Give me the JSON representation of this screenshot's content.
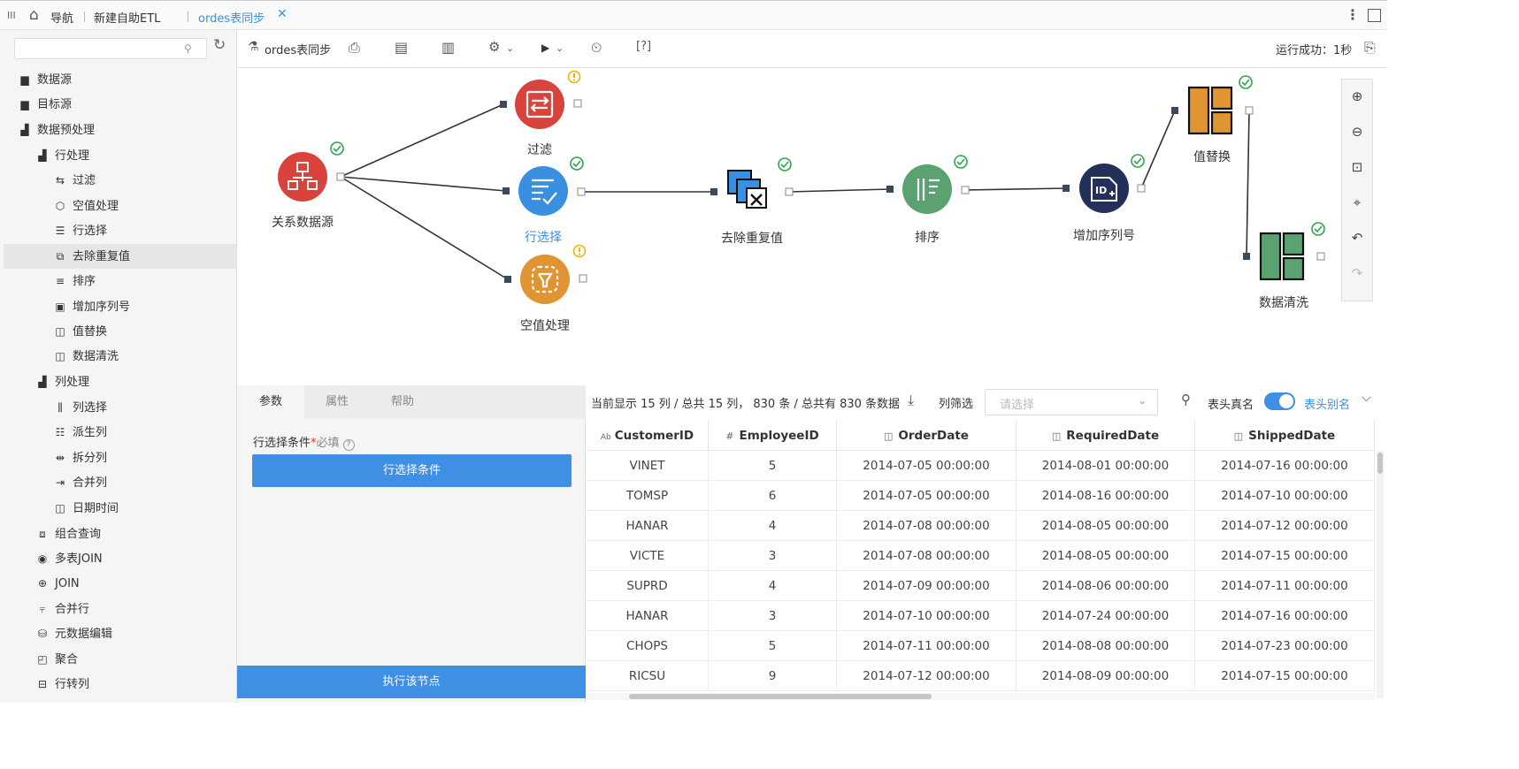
{
  "topbar": {
    "nav_label": "导航",
    "tab1_label": "新建自助ETL",
    "tab2_label": "ordes表同步"
  },
  "sidebar": {
    "search_placeholder": "",
    "items": [
      {
        "label": "数据源",
        "icon": "folder-icon"
      },
      {
        "label": "目标源",
        "icon": "folder-icon"
      },
      {
        "label": "数据预处理",
        "icon": "folder-open-icon"
      },
      {
        "label": "行处理",
        "icon": "folder-open-icon"
      },
      {
        "label": "过滤",
        "icon": "filter-icon"
      },
      {
        "label": "空值处理",
        "icon": "null-icon"
      },
      {
        "label": "行选择",
        "icon": "row-select-icon"
      },
      {
        "label": "去除重复值",
        "icon": "dedupe-icon"
      },
      {
        "label": "排序",
        "icon": "sort-icon"
      },
      {
        "label": "增加序列号",
        "icon": "id-icon"
      },
      {
        "label": "值替换",
        "icon": "replace-icon"
      },
      {
        "label": "数据清洗",
        "icon": "clean-icon"
      },
      {
        "label": "列处理",
        "icon": "folder-open-icon"
      },
      {
        "label": "列选择",
        "icon": "col-select-icon"
      },
      {
        "label": "派生列",
        "icon": "derive-icon"
      },
      {
        "label": "拆分列",
        "icon": "split-icon"
      },
      {
        "label": "合并列",
        "icon": "merge-col-icon"
      },
      {
        "label": "日期时间",
        "icon": "datetime-icon"
      },
      {
        "label": "组合查询",
        "icon": "combo-icon"
      },
      {
        "label": "多表JOIN",
        "icon": "join-multi-icon"
      },
      {
        "label": "JOIN",
        "icon": "join-icon"
      },
      {
        "label": "合并行",
        "icon": "merge-row-icon"
      },
      {
        "label": "元数据编辑",
        "icon": "meta-icon"
      },
      {
        "label": "聚合",
        "icon": "aggregate-icon"
      },
      {
        "label": "行转列",
        "icon": "pivot-icon"
      }
    ]
  },
  "toolbar": {
    "title": "ordes表同步",
    "help_label": "[?]",
    "status": "运行成功：1秒"
  },
  "canvas": {
    "nodes": {
      "source": {
        "label": "关系数据源",
        "color": "#d9433c"
      },
      "filter": {
        "label": "过滤",
        "color": "#d9433c"
      },
      "rowselect": {
        "label": "行选择",
        "color": "#3b8fe0"
      },
      "nullproc": {
        "label": "空值处理",
        "color": "#e09432"
      },
      "dedupe": {
        "label": "去除重复值"
      },
      "sort": {
        "label": "排序",
        "color": "#5aa26f"
      },
      "seq": {
        "label": "增加序列号",
        "color": "#23305a"
      },
      "replace": {
        "label": "值替换",
        "color": "#e09432"
      },
      "clean": {
        "label": "数据清洗",
        "color": "#5aa26f"
      }
    }
  },
  "params": {
    "tabs": [
      "参数",
      "属性",
      "帮助"
    ],
    "field_label": "行选择条件",
    "required": "*必填",
    "condition_button": "行选择条件",
    "execute_button": "执行该节点"
  },
  "preview": {
    "summary": "当前显示 15 列 / 总共 15 列， 830 条 / 总共有 830 条数据",
    "col_filter_label": "列筛选",
    "col_filter_placeholder": "请选择",
    "real_name_label": "表头真名",
    "alias_label": "表头别名",
    "columns": [
      {
        "name": "CustomerID",
        "type": "Ab"
      },
      {
        "name": "EmployeeID",
        "type": "#"
      },
      {
        "name": "OrderDate",
        "type": "date"
      },
      {
        "name": "RequiredDate",
        "type": "date"
      },
      {
        "name": "ShippedDate",
        "type": "date"
      }
    ],
    "rows": [
      [
        "VINET",
        "5",
        "2014-07-05 00:00:00",
        "2014-08-01 00:00:00",
        "2014-07-16 00:00:00"
      ],
      [
        "TOMSP",
        "6",
        "2014-07-05 00:00:00",
        "2014-08-16 00:00:00",
        "2014-07-10 00:00:00"
      ],
      [
        "HANAR",
        "4",
        "2014-07-08 00:00:00",
        "2014-08-05 00:00:00",
        "2014-07-12 00:00:00"
      ],
      [
        "VICTE",
        "3",
        "2014-07-08 00:00:00",
        "2014-08-05 00:00:00",
        "2014-07-15 00:00:00"
      ],
      [
        "SUPRD",
        "4",
        "2014-07-09 00:00:00",
        "2014-08-06 00:00:00",
        "2014-07-11 00:00:00"
      ],
      [
        "HANAR",
        "3",
        "2014-07-10 00:00:00",
        "2014-07-24 00:00:00",
        "2014-07-16 00:00:00"
      ],
      [
        "CHOPS",
        "5",
        "2014-07-11 00:00:00",
        "2014-08-08 00:00:00",
        "2014-07-23 00:00:00"
      ],
      [
        "RICSU",
        "9",
        "2014-07-12 00:00:00",
        "2014-08-09 00:00:00",
        "2014-07-15 00:00:00"
      ]
    ]
  }
}
